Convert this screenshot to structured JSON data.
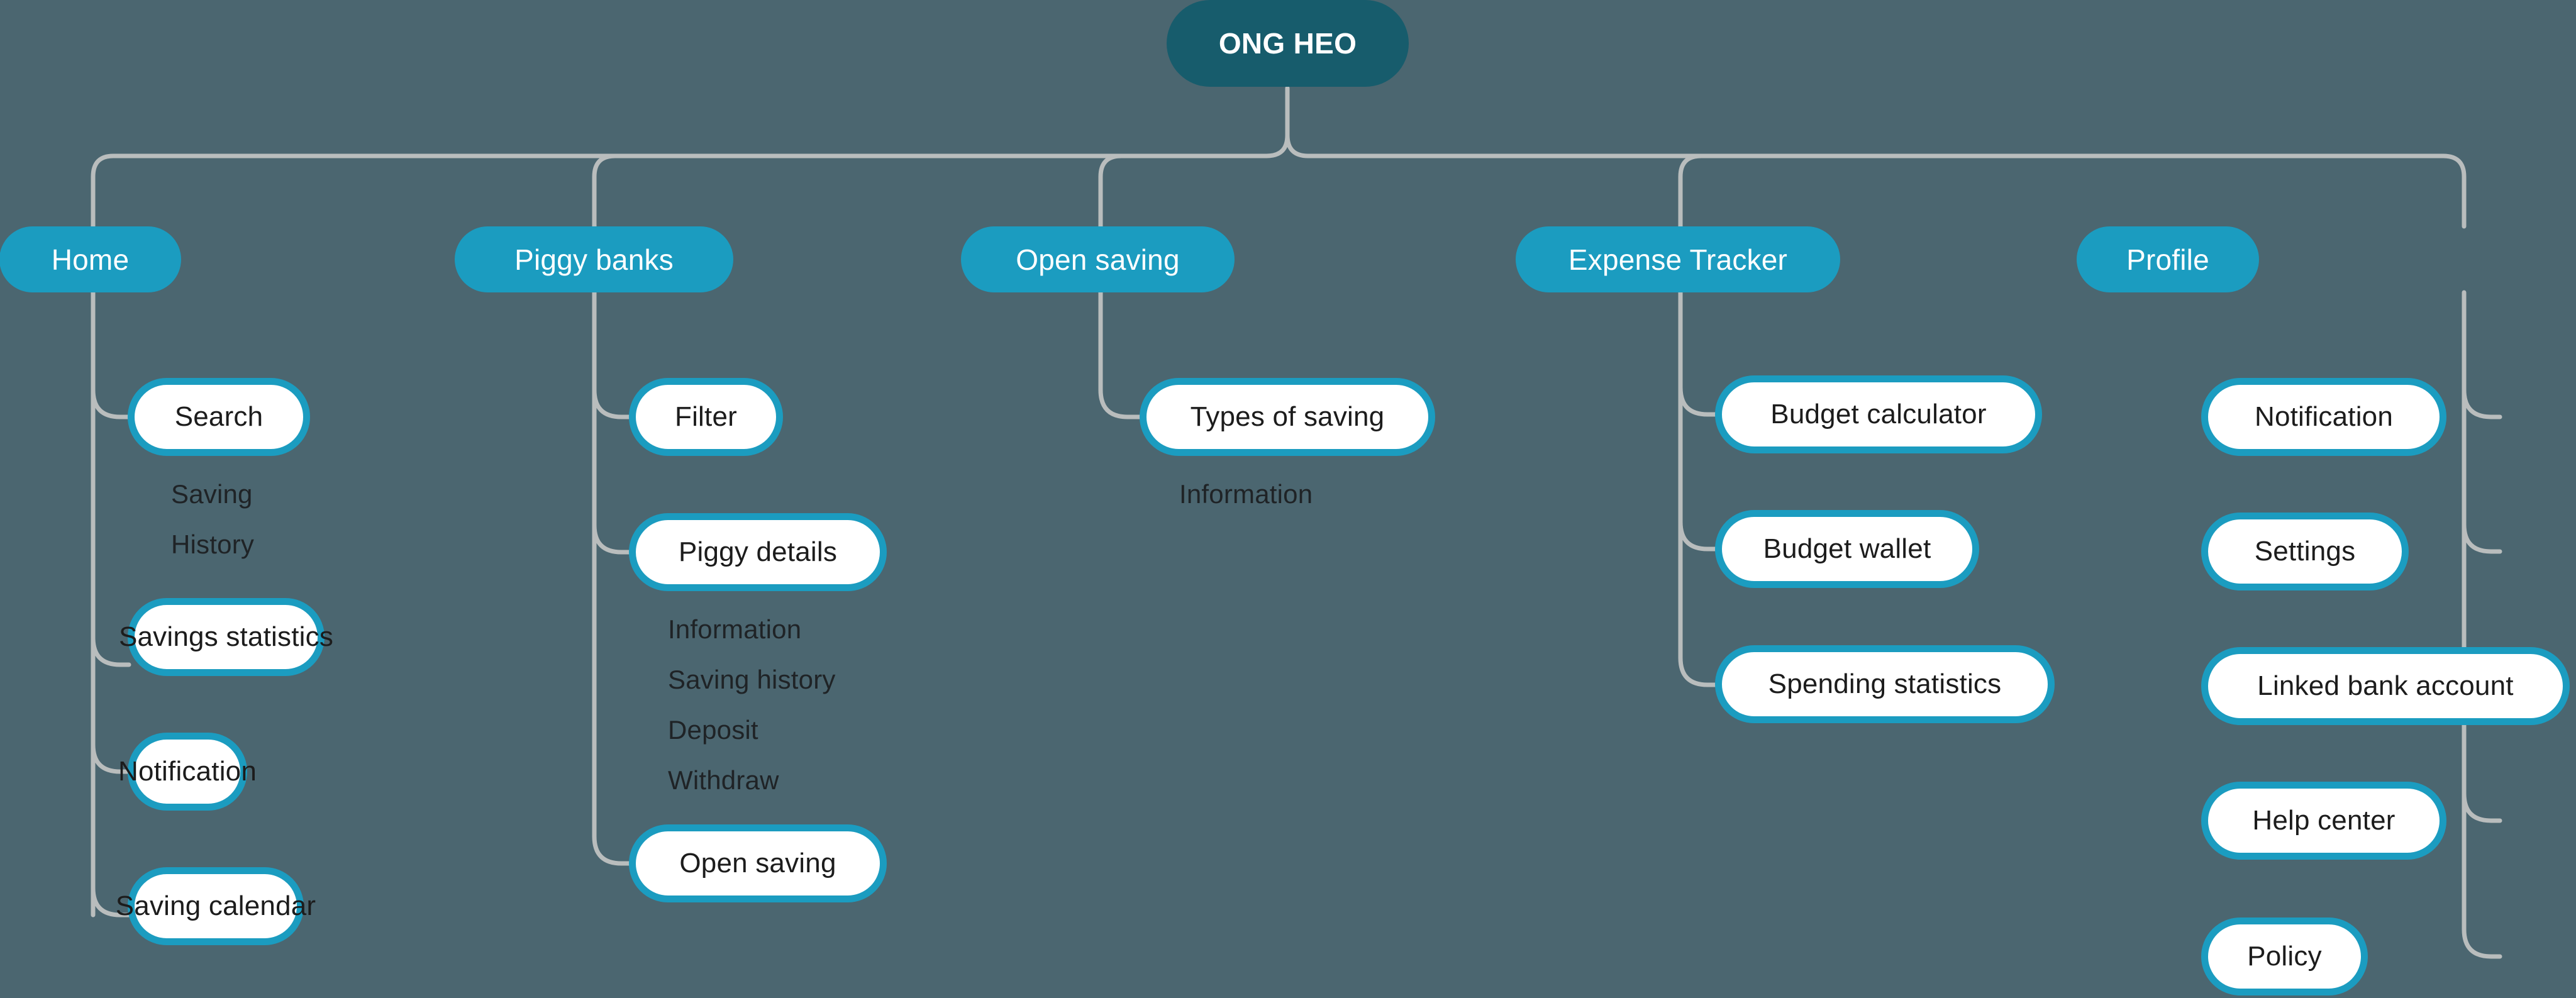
{
  "diagram": {
    "title": "ONG HEO",
    "type": "sitemap-tree",
    "background_color": "#4b6670",
    "accent_color": "#1b9cc0",
    "root_color": "#175c6c",
    "connector_color": "#b9bdbd",
    "root": {
      "label": "ONG HEO"
    },
    "branches": [
      {
        "label": "Home",
        "children": [
          {
            "label": "Search",
            "type": "pill",
            "subitems": [
              {
                "label": "Saving"
              },
              {
                "label": "History"
              }
            ]
          },
          {
            "label": "Savings statistics",
            "type": "pill",
            "subitems": []
          },
          {
            "label": "Notification",
            "type": "pill",
            "subitems": []
          },
          {
            "label": "Saving calendar",
            "type": "pill",
            "subitems": []
          }
        ]
      },
      {
        "label": "Piggy banks",
        "children": [
          {
            "label": "Filter",
            "type": "pill",
            "subitems": []
          },
          {
            "label": "Piggy details",
            "type": "pill",
            "subitems": [
              {
                "label": "Information"
              },
              {
                "label": "Saving history"
              },
              {
                "label": "Deposit"
              },
              {
                "label": "Withdraw"
              }
            ]
          },
          {
            "label": "Open saving",
            "type": "pill",
            "subitems": []
          }
        ]
      },
      {
        "label": "Open saving",
        "children": [
          {
            "label": "Types of saving",
            "type": "pill",
            "subitems": [
              {
                "label": "Information"
              }
            ]
          }
        ]
      },
      {
        "label": "Expense Tracker",
        "children": [
          {
            "label": "Budget calculator",
            "type": "pill",
            "subitems": []
          },
          {
            "label": "Budget wallet",
            "type": "pill",
            "subitems": []
          },
          {
            "label": "Spending statistics",
            "type": "pill",
            "subitems": []
          }
        ]
      },
      {
        "label": "Profile",
        "children": [
          {
            "label": "Notification",
            "type": "pill",
            "subitems": []
          },
          {
            "label": "Settings",
            "type": "pill",
            "subitems": []
          },
          {
            "label": "Linked bank account",
            "type": "pill",
            "subitems": []
          },
          {
            "label": "Help center",
            "type": "pill",
            "subitems": []
          },
          {
            "label": "Policy",
            "type": "pill",
            "subitems": []
          }
        ]
      }
    ]
  }
}
